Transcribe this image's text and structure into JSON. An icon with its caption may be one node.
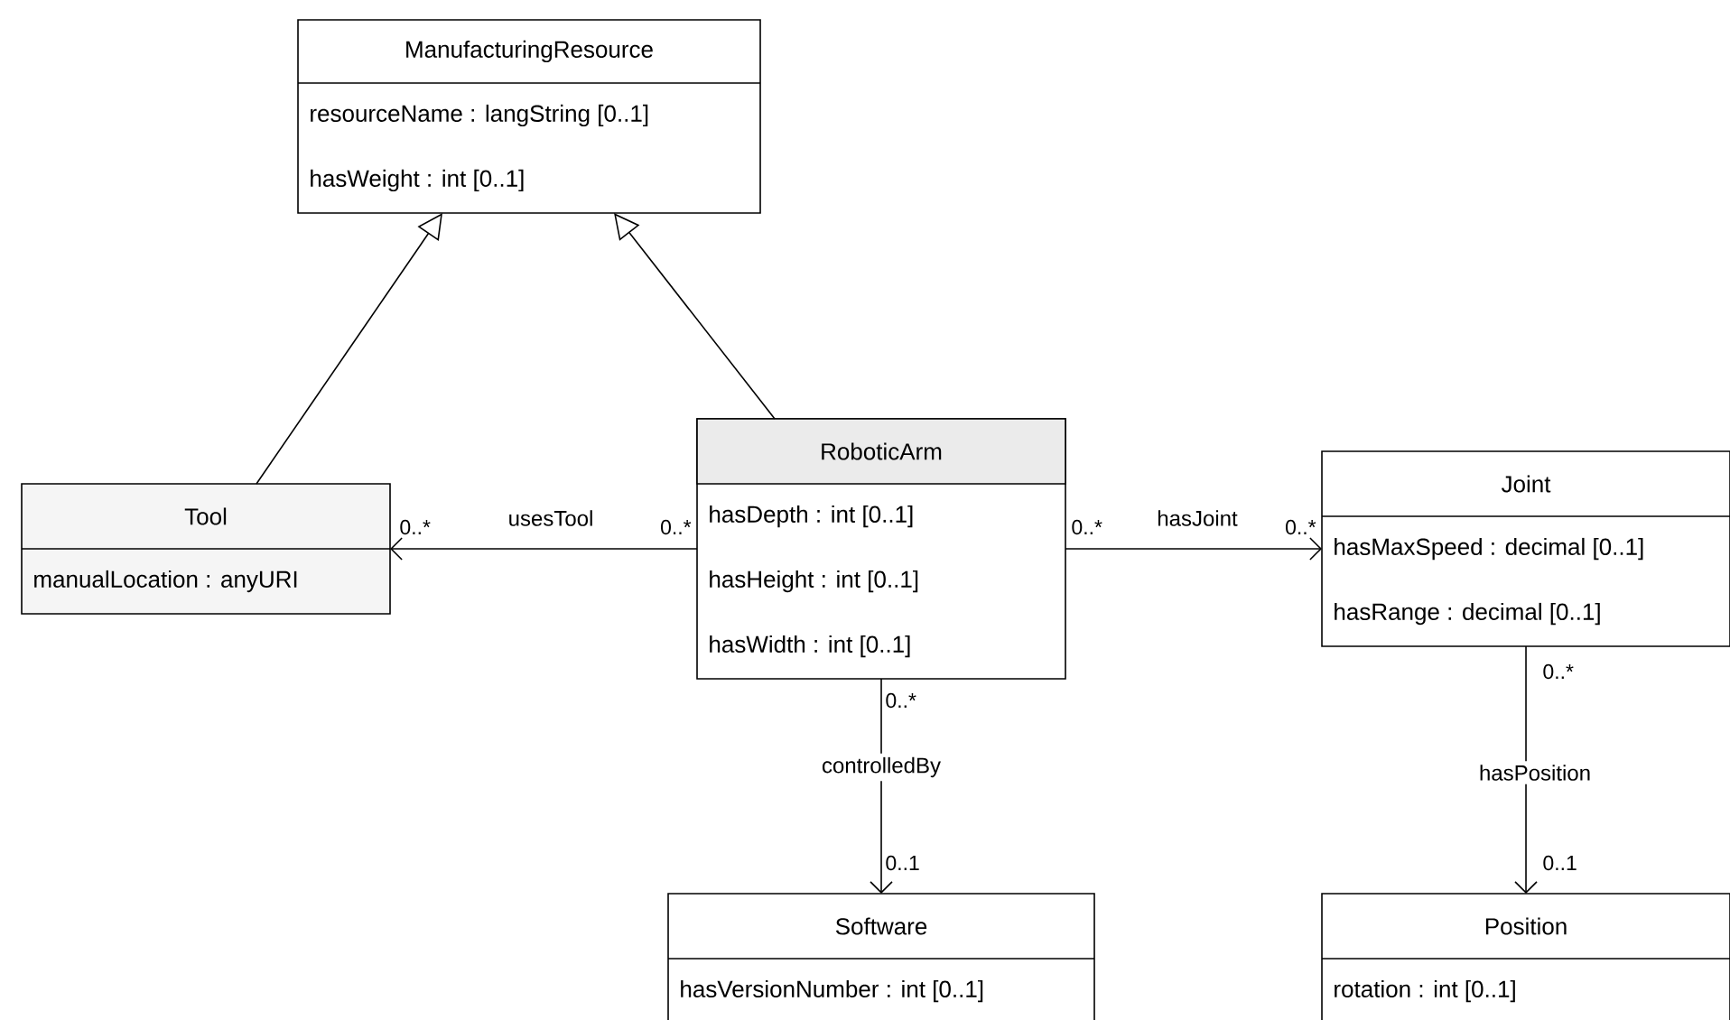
{
  "diagram": {
    "nodes": [
      {
        "text": [
          "ManufacturingResource",
          "resourceName : langString [0..1]",
          "hasWeight : int [0..1]"
        ]
      },
      {
        "text": [
          "Tool",
          "manualLocation : anyURI"
        ]
      },
      {
        "text": [
          "RoboticArm",
          "hasDepth : int [0..1]",
          "hasHeight : int [0..1]",
          "hasWidth : int [0..1]"
        ]
      },
      {
        "text": [
          "Joint",
          "hasMaxSpeed : decimal [0..1]",
          "hasRange : decimal [0..1]"
        ]
      },
      {
        "text": [
          "Software",
          "hasVersionNumber : int [0..1]"
        ]
      },
      {
        "text": [
          "Position",
          "rotation : int [0..1]"
        ]
      }
    ],
    "edges": [
      {
        "from": 1,
        "to": 0,
        "arrow": "to"
      },
      {
        "from": 2,
        "to": 0,
        "arrow": "to"
      },
      {
        "from": 2,
        "to": 1,
        "arrow": "to",
        "label": "usesTool"
      },
      {
        "from": 2,
        "to": 3,
        "arrow": "to",
        "label": "hasJoint"
      },
      {
        "from": 2,
        "to": 4,
        "arrow": "to",
        "label": "controlledBy"
      },
      {
        "from": 3,
        "to": 5,
        "arrow": "to",
        "label": "hasPosition"
      }
    ],
    "labels": [
      "0..*",
      "0..*",
      "0..*",
      "0..*",
      "0..*",
      "0..*",
      "0..1",
      "0..1"
    ]
  }
}
